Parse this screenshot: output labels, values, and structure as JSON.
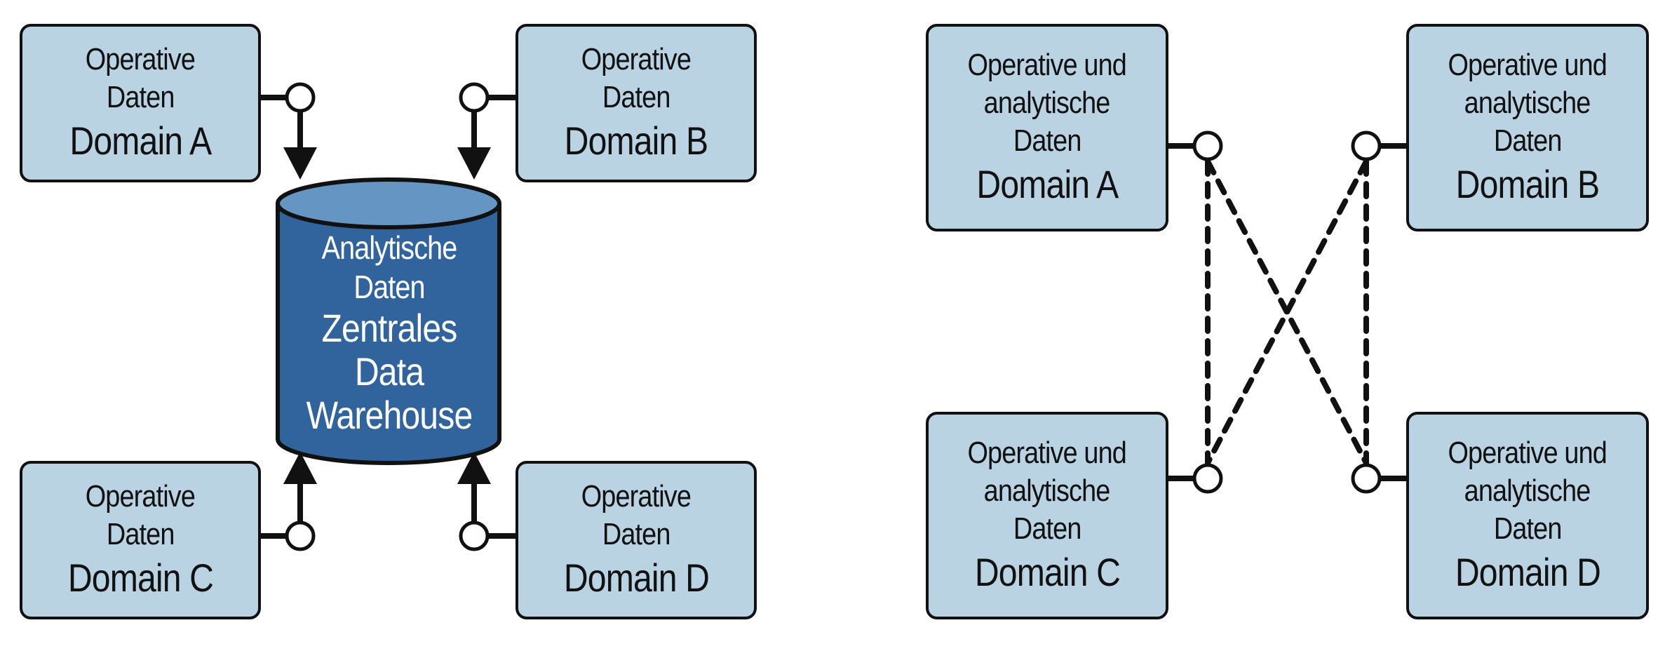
{
  "left": {
    "warehouse": {
      "line1": "Analytische",
      "line2": "Daten",
      "line3": "Zentrales",
      "line4": "Data",
      "line5": "Warehouse"
    },
    "domains": [
      {
        "line1": "Operative",
        "line2": "Daten",
        "name": "Domain A"
      },
      {
        "line1": "Operative",
        "line2": "Daten",
        "name": "Domain B"
      },
      {
        "line1": "Operative",
        "line2": "Daten",
        "name": "Domain C"
      },
      {
        "line1": "Operative",
        "line2": "Daten",
        "name": "Domain D"
      }
    ]
  },
  "right": {
    "domains": [
      {
        "line1": "Operative und",
        "line2": "analytische",
        "line3": "Daten",
        "name": "Domain A"
      },
      {
        "line1": "Operative und",
        "line2": "analytische",
        "line3": "Daten",
        "name": "Domain B"
      },
      {
        "line1": "Operative und",
        "line2": "analytische",
        "line3": "Daten",
        "name": "Domain C"
      },
      {
        "line1": "Operative und",
        "line2": "analytische",
        "line3": "Daten",
        "name": "Domain D"
      }
    ]
  },
  "colors": {
    "box_fill": "#b9d3e3",
    "cylinder_fill": "#31639c",
    "cylinder_top": "#6595c3",
    "stroke": "#111111"
  }
}
